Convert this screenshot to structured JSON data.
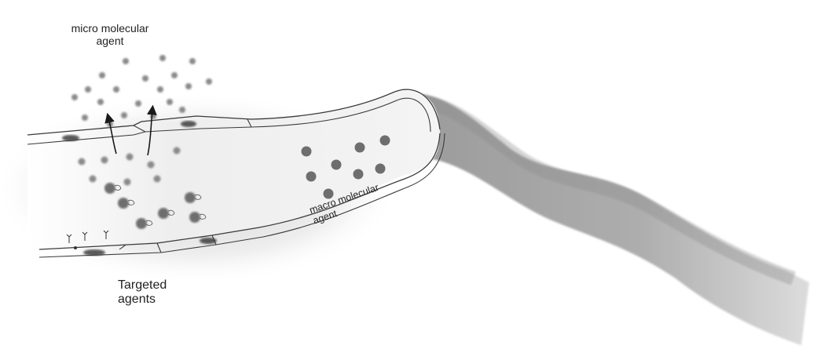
{
  "labels": {
    "micro_line1": "micro molecular",
    "micro_line2": "agent",
    "macro_line1": "macro molecular",
    "macro_line2": "agent",
    "targeted_line1": "Targeted",
    "targeted_line2": "agents"
  },
  "colors": {
    "particle": "#6e6e6e",
    "particle_light": "#8a8a8a",
    "vessel_stroke": "#3a3a3a",
    "smear": "#a9a9a9",
    "text": "#222222"
  }
}
